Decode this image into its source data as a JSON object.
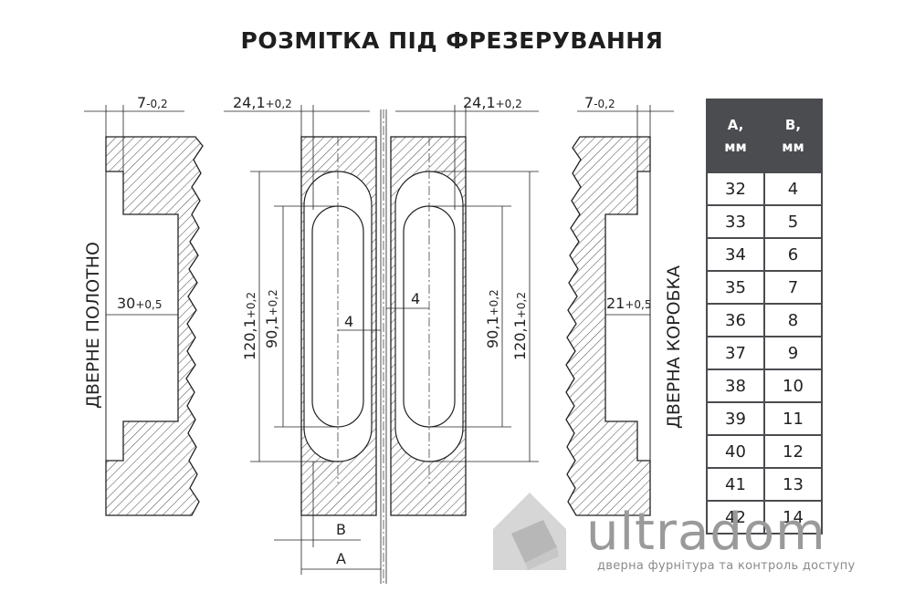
{
  "title": "РОЗМІТКА ПІД ФРЕЗЕРУВАННЯ",
  "labels": {
    "door_leaf": "ДВЕРНЕ ПОЛОТНО",
    "door_frame": "ДВЕРНА КОРОБКА"
  },
  "dimensions": {
    "left_top": {
      "main": "7",
      "tol": "-0,2"
    },
    "left_inner_top": {
      "main": "24,1",
      "tol": "+0,2"
    },
    "right_inner_top": {
      "main": "24,1",
      "tol": "+0,2"
    },
    "right_top": {
      "main": "7",
      "tol": "-0,2"
    },
    "leaf_depth": {
      "main": "30",
      "tol": "+0,5"
    },
    "frame_depth": {
      "main": "21",
      "tol": "+0,5"
    },
    "left_outer_height": {
      "main": "120,1",
      "tol": "+0,2"
    },
    "left_inner_height": {
      "main": "90,1",
      "tol": "+0,2"
    },
    "right_inner_height": {
      "main": "90,1",
      "tol": "+0,2"
    },
    "right_outer_height": {
      "main": "120,1",
      "tol": "+0,2"
    },
    "left_gap": "4",
    "right_gap": "4",
    "label_b": "B",
    "label_a": "A"
  },
  "table": {
    "headers": [
      "A,\nмм",
      "B,\nмм"
    ],
    "rows": [
      [
        "32",
        "4"
      ],
      [
        "33",
        "5"
      ],
      [
        "34",
        "6"
      ],
      [
        "35",
        "7"
      ],
      [
        "36",
        "8"
      ],
      [
        "37",
        "9"
      ],
      [
        "38",
        "10"
      ],
      [
        "39",
        "11"
      ],
      [
        "40",
        "12"
      ],
      [
        "41",
        "13"
      ],
      [
        "42",
        "14"
      ]
    ]
  },
  "logo": {
    "word": "ultradom",
    "tagline": "дверна фурнітура та контроль доступу"
  }
}
